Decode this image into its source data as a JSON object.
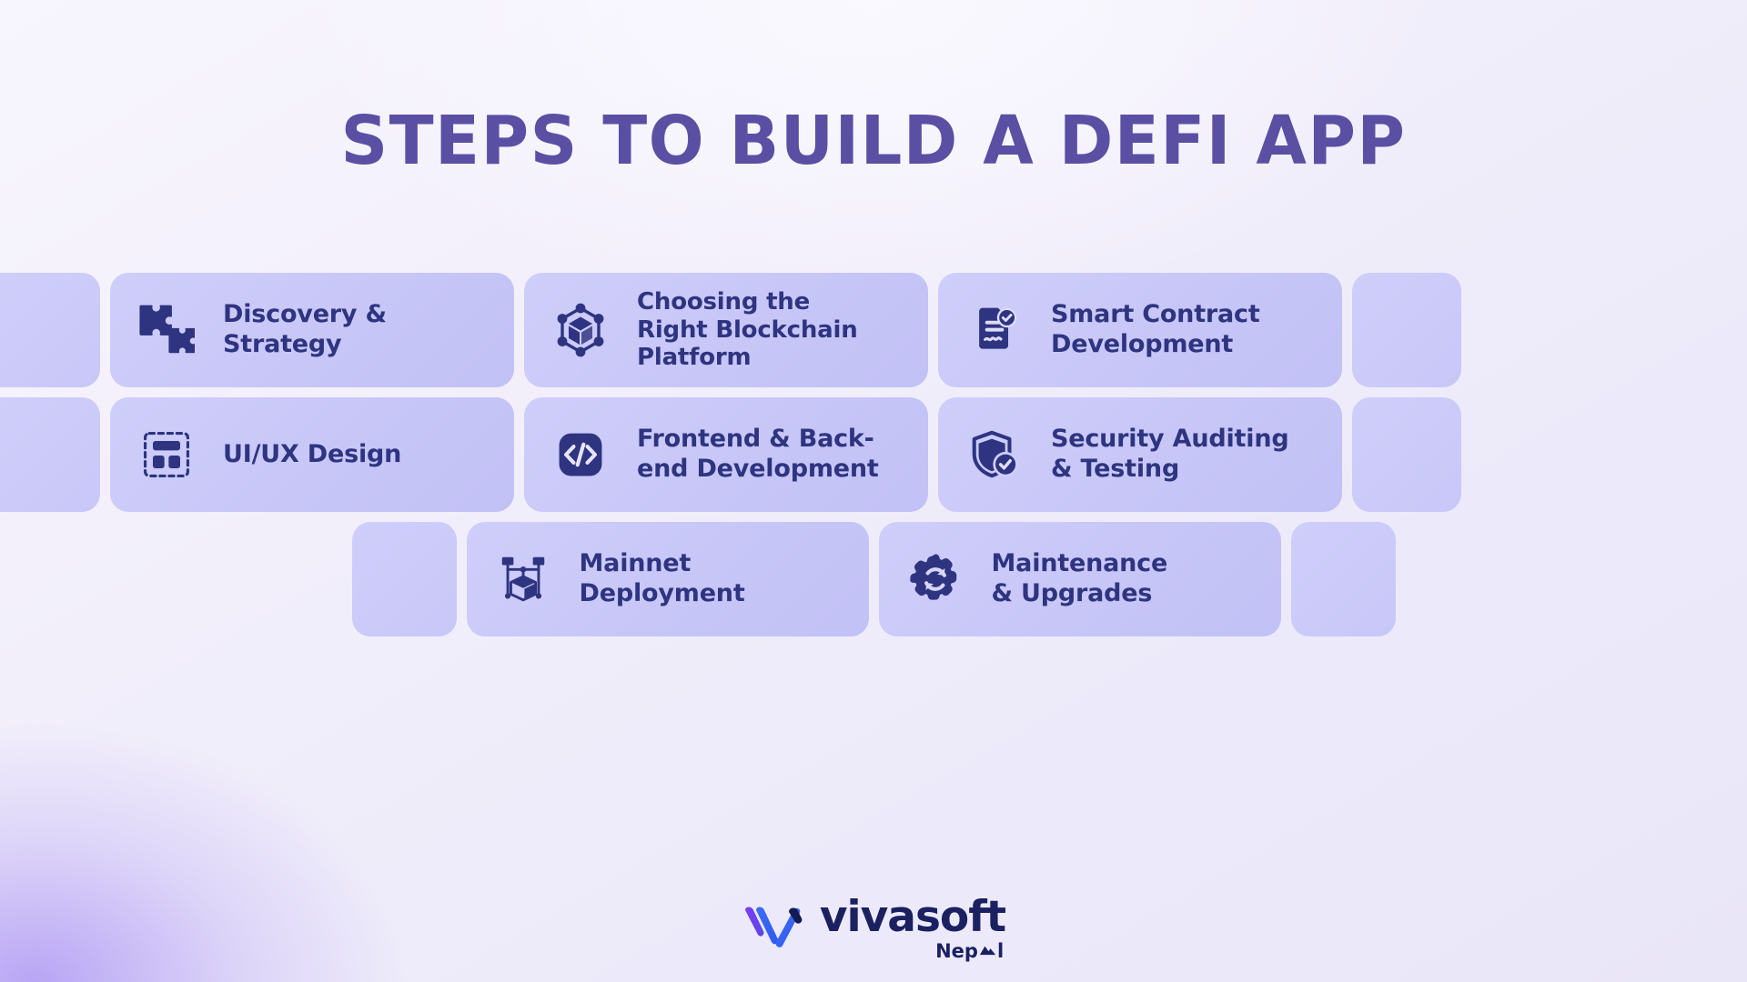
{
  "page": {
    "title": "STEPS TO BUILD A DEFI APP",
    "background_start": "#f7f5fd",
    "background_end": "#e9e6f8",
    "accent_glow": "#8b6af0",
    "card_color": "#c9c8f7",
    "icon_color": "#2e3480",
    "title_color": "#5a4fa3"
  },
  "steps": [
    {
      "id": 1,
      "label": "Discovery &\nStrategy",
      "label_line1": "Discovery &",
      "label_line2": "Strategy",
      "icon": "puzzle-icon",
      "row": 1
    },
    {
      "id": 2,
      "label": "Choosing the Right Blockchain Platform",
      "label_line1": "Choosing the",
      "label_line2": "Right Blockchain",
      "label_line3": "Platform",
      "icon": "blockchain-node-icon",
      "row": 1
    },
    {
      "id": 3,
      "label": "Smart Contract Development",
      "label_line1": "Smart Contract",
      "label_line2": "Development",
      "icon": "contract-check-icon",
      "row": 1
    },
    {
      "id": 4,
      "label": "UI/UX Design",
      "label_line1": "UI/UX Design",
      "icon": "wireframe-icon",
      "row": 2
    },
    {
      "id": 5,
      "label": "Frontend & Back-end Development",
      "label_line1": "Frontend & Back-",
      "label_line2": "end Development",
      "icon": "code-brackets-icon",
      "row": 2
    },
    {
      "id": 6,
      "label": "Security Auditing & Testing",
      "label_line1": "Security Auditing",
      "label_line2": "& Testing",
      "icon": "shield-check-icon",
      "row": 2
    },
    {
      "id": 7,
      "label": "Mainnet Deployment",
      "label_line1": "Mainnet",
      "label_line2": "Deployment",
      "icon": "deployment-network-icon",
      "row": 3
    },
    {
      "id": 8,
      "label": "Maintenance & Upgrades",
      "label_line1": "Maintenance",
      "label_line2": "& Upgrades",
      "icon": "gear-refresh-icon",
      "row": 3
    }
  ],
  "logo": {
    "wordmark": "vivasoft",
    "sub_prefix": "Nep",
    "sub_suffix": "l",
    "sub_full": "Nepal",
    "mark": "vivasoft-w-logo",
    "color_dark": "#1b2060",
    "color_purple": "#6c3fe0",
    "color_blue": "#3366f0"
  }
}
